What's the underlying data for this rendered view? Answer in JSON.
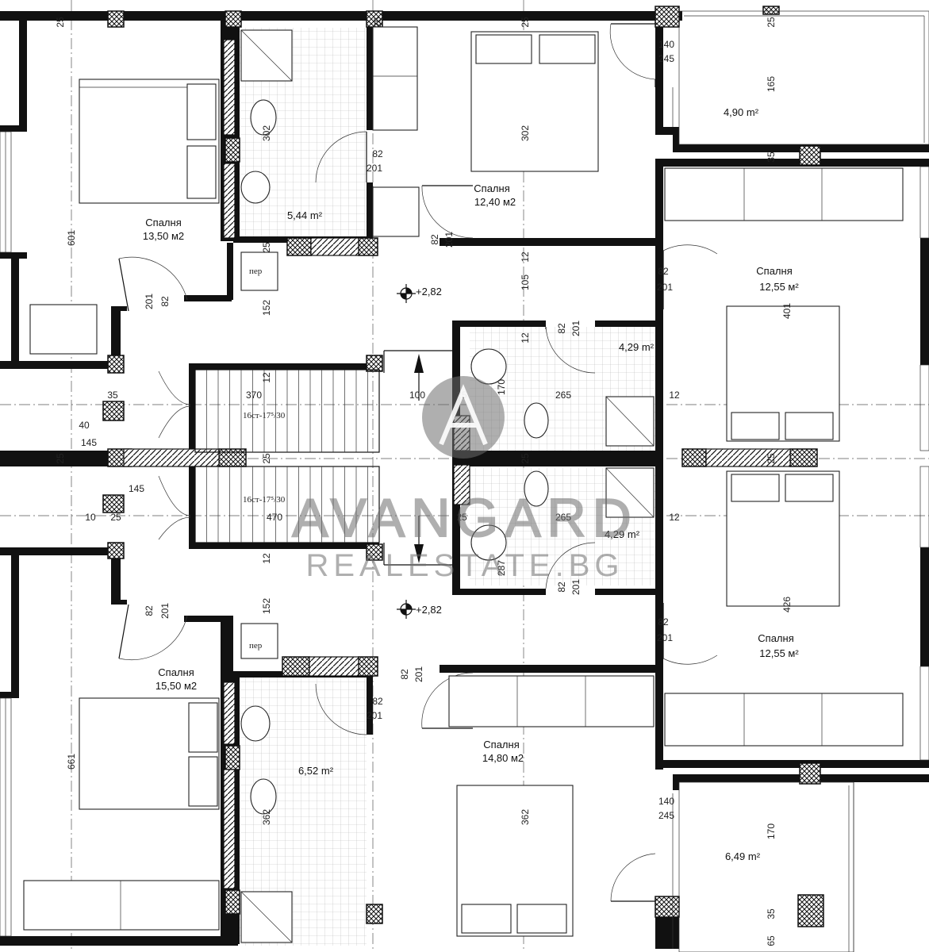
{
  "rooms": {
    "bedroom_1": {
      "name": "Спалня",
      "area": "13,50 м2"
    },
    "bedroom_2": {
      "name": "Спалня",
      "area": "12,40 м2"
    },
    "bedroom_3": {
      "name": "Спалня",
      "area": "12,55 м²"
    },
    "bedroom_4": {
      "name": "Спалня",
      "area": "12,55 м²"
    },
    "bedroom_5": {
      "name": "Спалня",
      "area": "15,50 м2"
    },
    "bedroom_6": {
      "name": "Спалня",
      "area": "14,80 м2"
    },
    "bath_1": {
      "area": "5,44 m²"
    },
    "bath_2": {
      "area": "4,29 m²"
    },
    "bath_3": {
      "area": "4,29 m²"
    },
    "bath_4": {
      "area": "6,52 m²"
    },
    "terrace_1": {
      "area": "4,90 m²"
    },
    "terrace_2": {
      "area": "6,49 m²"
    }
  },
  "elevations": {
    "upper": "+2,82",
    "lower": "+2,82"
  },
  "stairs": {
    "upper_note": "16ст-17⁵/30",
    "lower_note": "16ст-17⁵/30"
  },
  "laundry": {
    "upper": "пер",
    "lower": "пер"
  },
  "dims": {
    "d_25a": "25",
    "d_25b": "25",
    "d_25c": "25",
    "d_25d": "25",
    "d_140a": "140",
    "d_245a": "245",
    "d_165": "165",
    "d_302a": "302",
    "d_302b": "302",
    "d_82a": "82",
    "d_201a": "201",
    "d_82b": "82",
    "d_201b": "201",
    "d_601": "601",
    "d_35a": "35",
    "d_12a": "12",
    "d_105": "105",
    "d_82c": "82",
    "d_201c": "201",
    "d_82d": "82",
    "d_201d": "201",
    "d_152a": "152",
    "d_401": "401",
    "d_82e": "82",
    "d_201e": "201",
    "d_370": "370",
    "d_100": "100",
    "d_170a": "170",
    "d_265a": "265",
    "d_12b": "12",
    "d_40": "40",
    "d_145a": "145",
    "d_145b": "145",
    "d_35b": "35",
    "d_25e": "25",
    "d_25f": "25",
    "d_25g": "25",
    "d_25h": "25",
    "d_25i": "25",
    "d_10": "10",
    "d_470": "470",
    "d_265b": "265",
    "d_12c": "12",
    "d_12d": "12",
    "d_287": "287",
    "d_82f": "82",
    "d_201f": "201",
    "d_426": "426",
    "d_152b": "152",
    "d_82g": "82",
    "d_201g": "201",
    "d_82h": "82",
    "d_201h": "201",
    "d_82i": "82",
    "d_201i": "201",
    "d_82j": "82",
    "d_201j": "201",
    "d_661": "661",
    "d_362a": "362",
    "d_362b": "362",
    "d_12e": "12",
    "d_140b": "140",
    "d_245b": "245",
    "d_170b": "170",
    "d_35c": "35",
    "d_65": "65",
    "d_25j": "25",
    "d_25k": "25",
    "d_25l": "25",
    "d_12f": "12"
  },
  "watermark": {
    "brand": "AVANGARD",
    "site": "REALESTATE.BG"
  }
}
